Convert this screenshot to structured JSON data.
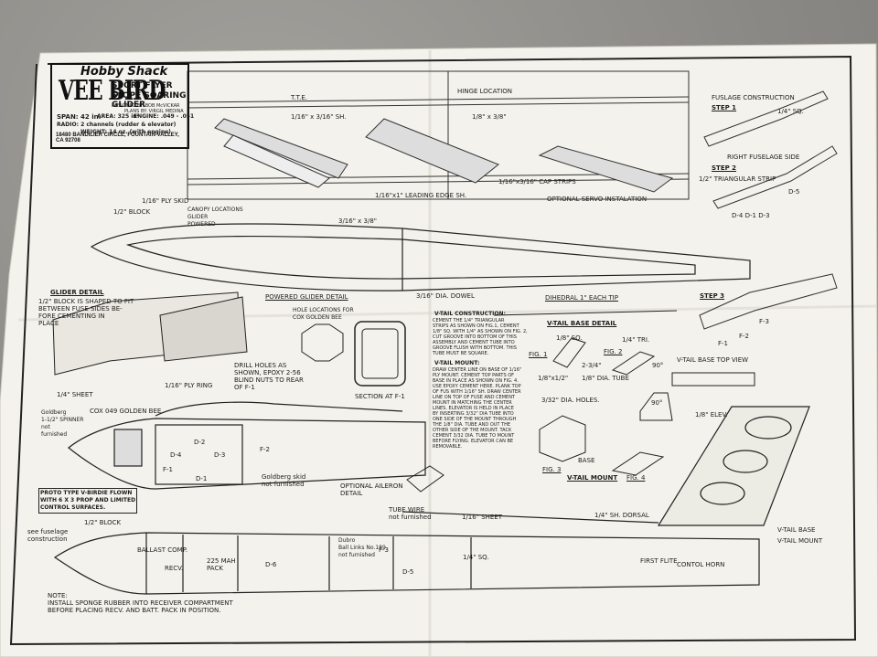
{
  "title_block": {
    "brand": "Hobby Shack",
    "model_logo": "VEE BIRD",
    "subtitle_1": "SPORT FLYER OR",
    "subtitle_2": "SLOPE SOARING GLIDER",
    "designed_by": "DESIGNED BY: BOB McVICKAR",
    "plans_by": "PLANS BY: VIRGIL MEDINA",
    "span": "SPAN: 42 in.",
    "area": "AREA: 325 in²",
    "engine": "ENGINE: .049 - .051",
    "radio": "RADIO: 2 channels (rudder & elevator)",
    "weight": "WEIGHT: 14 oz. (with engine)",
    "address": "18480 BANDILIER CIRCLE, FOUNTAIN VALLEY, CA 92708"
  },
  "labels": {
    "tte": "T.T.E.",
    "hinge_location": "HINGE LOCATION",
    "sheet_1_16x3_16": "1/16\" x 3/16\" SH.",
    "sheet_1_8x3_8": "1/8\" x 3/8\"",
    "cap_strips": "1/16\"x3/16\" CAP STRIPS",
    "servo_install": "OPTIONAL SERVO INSTALATION",
    "leading_edge": "1/16\"x1\" LEADING EDGE SH.",
    "fuselage_construction": "FUSLAGE CONSTRUCTION",
    "step_1": "STEP 1",
    "step_2": "STEP 2",
    "step_3": "STEP 3",
    "sq_1_4": "1/4\" SQ.",
    "right_fuselage_side": "RIGHT FUSELAGE SIDE",
    "triangular_strip": "1/2\" TRIANGULAR STRIP",
    "d5": "D-5",
    "d4_d1_d2_d3": "D-4  D-1  D-3",
    "ply_skid": "1/16\" PLY SKID",
    "block": "1/2\" BLOCK",
    "canopy_locations": "CANOPY LOCATIONS\nGLIDER\nPOWERED",
    "sheet_3_16x3_8": "3/16\" x 3/8\"",
    "glider_detail": "GLIDER DETAIL",
    "glider_detail_note": "1/2\" BLOCK IS SHAPED TO FIT\nBETWEEN FUSE SIDES BE-\nFORE CEMENTING IN\nPLACE",
    "powered_glider_detail": "POWERED GLIDER DETAIL",
    "hole_locations": "HOLE LOCATIONS FOR\nCOX GOLDEN BEE",
    "dowel": "3/16\" DIA. DOWEL",
    "dihedral": "DIHEDRAL 1\" EACH TIP",
    "vtail_construction_title": "V-TAIL CONSTRUCTION:",
    "vtail_construction_text": "CEMENT THE 1/4\" TRIANGULAR\nSTRIPS AS SHOWN ON FIG.1, CEMENT\n1/8\" SQ. WITH 1/4\" AS SHOWN ON FIG. 2,\nCUT GROOVE INTO BOTTOM OF THIS\nASSEMBLY AND CEMENT TUBE INTO\nGROOVE FLUSH WITH BOTTOM. THIS\nTUBE MUST BE SQUARE.",
    "vtail_mount_title": "V-TAIL MOUNT:",
    "vtail_mount_text": "DRAW CENTER LINE ON BASE OF 1/16\"\nPLY MOUNT. CEMENT TOP PARTS OF\nBASE IN PLACE AS SHOWN ON FIG. 4.\nUSE EPOXY CEMENT HERE. PLANK TOP\nOF FUS WITH 1/16\" SH. DRAW CENTER\nLINE ON TOP OF FUSE AND CEMENT\nMOUNT IN MATCHING THE CENTER\nLINES. ELEVATOR IS HELD IN PLACE\nBY INSERTING 3/32\" DIA TUBE INTO\nONE SIDE OF THE MOUNT THROUGH\nTHE 1/8\" DIA. TUBE AND OUT THE\nOTHER SIDE OF THE MOUNT. TACK\nCEMENT 3/32 DIA. TUBE TO MOUNT\nBEFORE FLYING. ELEVATOR CAN BE\nREMOVABLE.",
    "vtail_base_detail": "V-TAIL BASE DETAIL",
    "sq_1_8": "1/8\" SQ.",
    "tri_1_4": "1/4\" TRI.",
    "fig1": "FIG. 1",
    "fig2": "FIG. 2",
    "fig3": "FIG. 3",
    "fig4": "FIG. 4",
    "dim_2_3_4": "2-3/4\"",
    "dim_1_8_dia_tube": "1/8\" DIA. TUBE",
    "dim_1_8x1_2": "1/8\"x1/2\"",
    "deg_90": "90°",
    "vtail_base_top_view": "V-TAIL BASE TOP VIEW",
    "holes_3_32": "3/32\" DIA. HOLES.",
    "base": "BASE",
    "vtail_mount_lbl": "V-TAIL MOUNT",
    "elev": "1/8\" ELEV.",
    "drill_holes": "DRILL HOLES AS\nSHOWN, EPOXY 2-56\nBLIND NUTS TO REAR\nOF F-1",
    "section_f1": "SECTION AT F-1",
    "sheet_1_4": "1/4\" SHEET",
    "ply_ring": "1/16\" PLY RING",
    "cox_049": "COX 049 GOLDEN BEE",
    "goldberg_spinner": "Goldberg\n1-1/2\" SPINNER\nnot\nfurnished",
    "d4": "D-4",
    "d3": "D-3",
    "d2": "D-2",
    "d1": "D-1",
    "f1": "F-1",
    "f2": "F-2",
    "f3": "F-3",
    "goldberg_skid": "Goldberg skid\nnot furnished",
    "optional_aileron": "OPTIONAL AILERON\nDETAIL",
    "tube_wire": "TUBE  WIRE\nnot furnished",
    "prototype_note": "PROTO TYPE V-BIRDIE FLOWN\nWITH 6 X 3 PROP AND LIMITED\nCONTROL SURFACES.",
    "block_1_2": "1/2\" BLOCK",
    "see_fuselage": "see fuselage\nconstruction",
    "ballast": "BALLAST COMP.",
    "recv": "RECV.",
    "battery_pack": "225 MAH\nPACK",
    "d6": "D-6",
    "dubro": "Dubro\nBall Links No.189\nnot furnished",
    "sheet_1_16": "1/16\" SHEET",
    "dorsal": "1/4\" SH. DORSAL",
    "sq_1_4_b": "1/4\" SQ.",
    "first_flite": "FIRST FLITE",
    "control_horn": "CONTOL HORN",
    "vtail_base": "V-TAIL BASE",
    "vtail_mount_b": "V-TAIL MOUNT",
    "note": "NOTE:\nINSTALL SPONGE RUBBER INTO RECEIVER COMPARTMENT\nBEFORE PLACING RECV. AND BATT. PACK IN POSITION."
  },
  "icons": [
    "wing-sketch",
    "fuselage-plan",
    "v-tail-sketch",
    "engine-sketch"
  ]
}
